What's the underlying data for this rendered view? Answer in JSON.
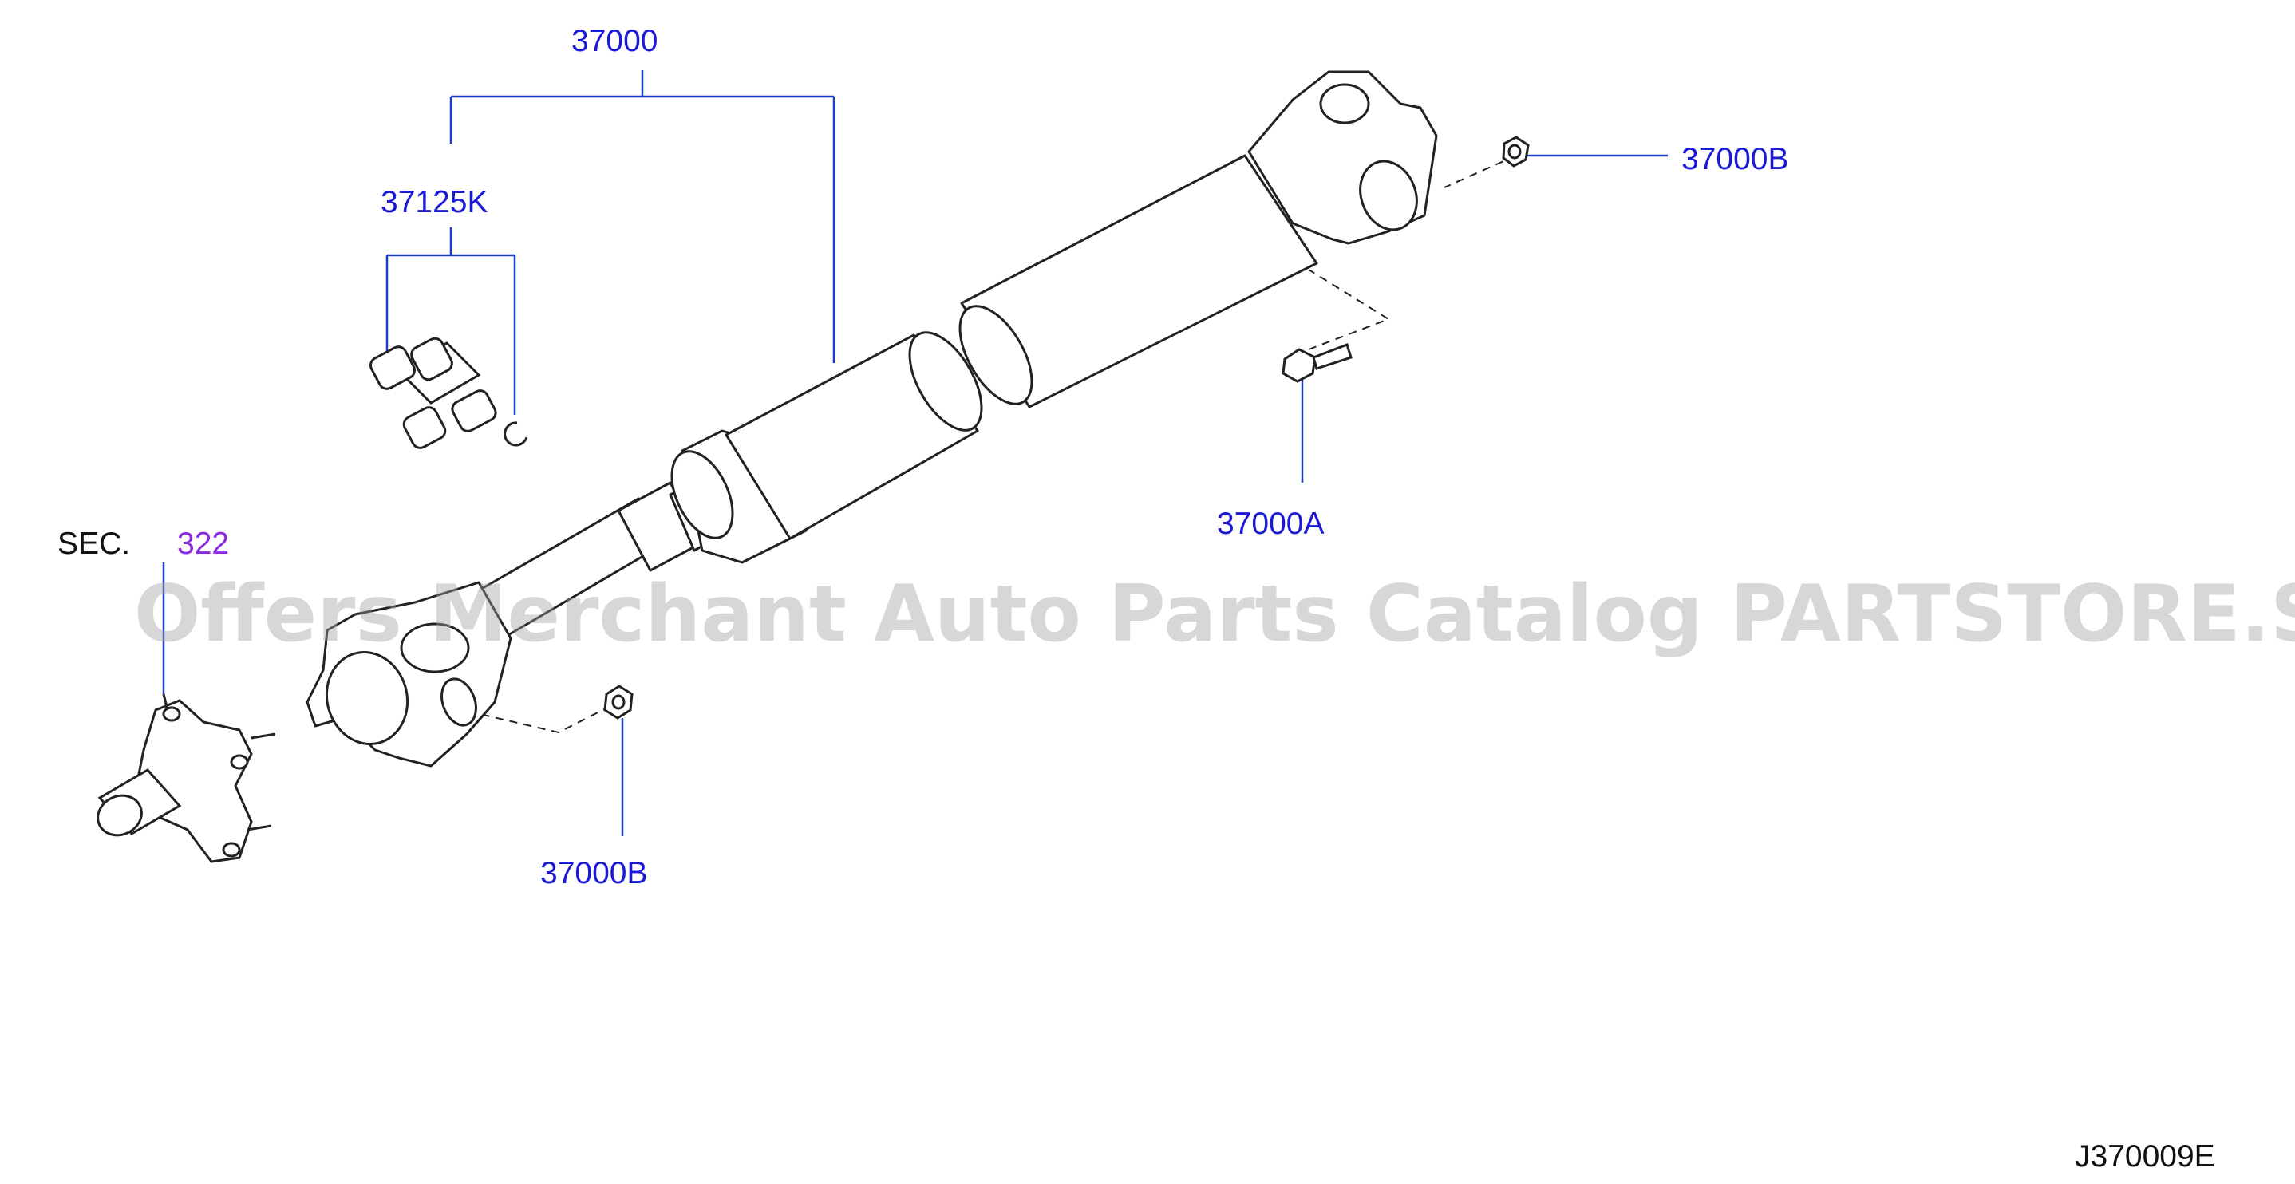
{
  "labels": {
    "assembly": "37000",
    "joint_kit": "37125K",
    "nut_top": "37000B",
    "bolt": "37000A",
    "nut_bottom": "37000B",
    "sec_prefix": "SEC.",
    "sec_number": "322",
    "diagram_code": "J370009E"
  },
  "watermark": "Offers Merchant Auto Parts Catalog PARTSTORE.SA",
  "colors": {
    "label_blue": "#1a1ad6",
    "leader_blue": "#1f3fbf",
    "section_purple": "#8a2be2",
    "line_art": "#222222"
  }
}
